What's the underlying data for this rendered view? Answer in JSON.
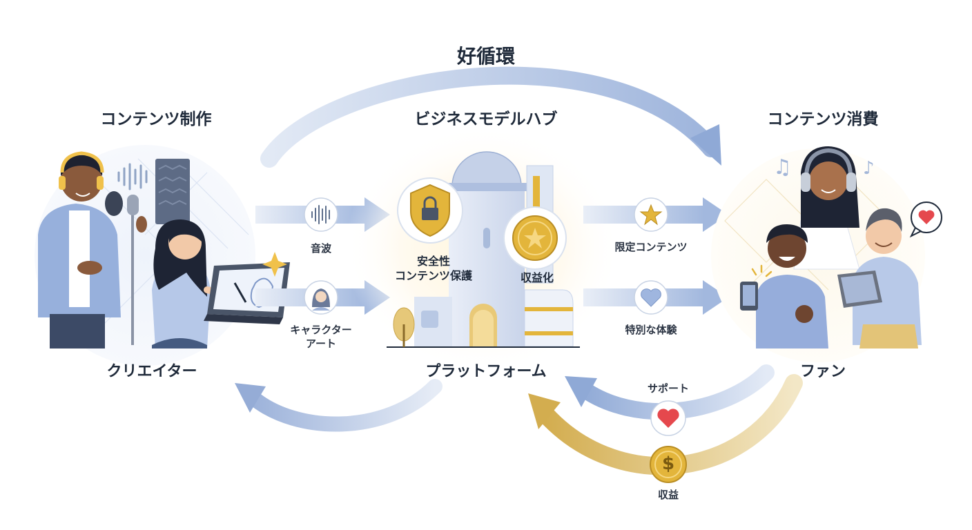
{
  "title": "好循環",
  "sections": {
    "creation": {
      "heading": "コンテンツ制作",
      "label": "クリエイター"
    },
    "hub": {
      "heading": "ビジネスモデルハブ",
      "label": "プラットフォーム"
    },
    "consumption": {
      "heading": "コンテンツ消費",
      "label": "ファン"
    }
  },
  "flows_in": [
    {
      "label": "音波",
      "icon": "sound-wave-icon"
    },
    {
      "label": "キャラクター\nアート",
      "icon": "character-avatar-icon"
    }
  ],
  "hub_features": [
    {
      "label": "安全性\nコンテンツ保護",
      "icon": "shield-lock-icon"
    },
    {
      "label": "収益化",
      "icon": "star-coin-icon"
    }
  ],
  "flows_out": [
    {
      "label": "限定コンテンツ",
      "icon": "star-icon"
    },
    {
      "label": "特別な体験",
      "icon": "heart-icon"
    }
  ],
  "returns": [
    {
      "label": "サポート",
      "icon": "heart-icon"
    },
    {
      "label": "収益",
      "icon": "dollar-coin-icon"
    }
  ],
  "colors": {
    "arrow_blue": "#9db4dc",
    "arrow_gold": "#d6b25a",
    "heart_red": "#e5484d",
    "gold": "#e3b53b",
    "ink": "#1f2a3a"
  }
}
